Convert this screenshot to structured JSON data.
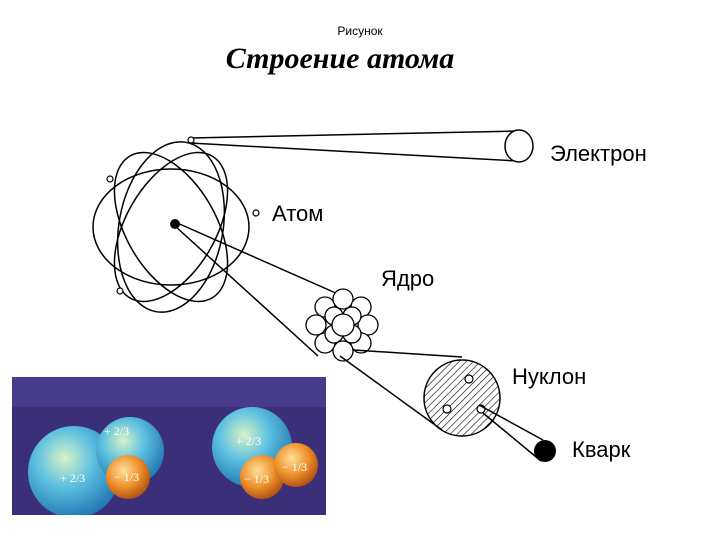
{
  "caption": "Рисунок",
  "title": "Строение атома",
  "labels": {
    "electron": "Электрон",
    "atom": "Атом",
    "nucleus": "Ядро",
    "nucleon": "Нуклон",
    "quark": "Кварк"
  },
  "quark_charges": {
    "left_top": "+ 2/3",
    "left_bottom": "+ 2/3",
    "left_orange": "− 1/3",
    "right_top": "+ 2/3",
    "right_orange_1": "− 1/3",
    "right_orange_2": "− 1/3"
  },
  "colors": {
    "lines": "#000000",
    "photo_bg": "#3c2f7a",
    "quark_blue": "#3aa6d8",
    "quark_orange": "#e9892a"
  }
}
